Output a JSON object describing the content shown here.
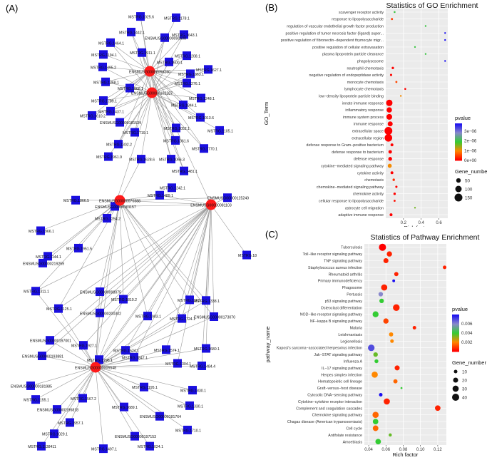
{
  "panel_a": {
    "letter": "(A)",
    "hubs": [
      "ENSMUSG00000056290",
      "ENSMUSG00000102367",
      "ENSMUSG00000070388",
      "ENSMUSG00000081103",
      "ENSMUSG00000005548"
    ],
    "gene_labels": [
      "MSTRG.1025.6",
      "MSTRG.1178.1",
      "MSTRG.1442.1",
      "MSTRG.1643.1",
      "MSTRG.1464.1",
      "ENSMUSG00000090608",
      "MSTRG.1208.1",
      "MSTRG.1194.1",
      "MSTRG.1911.1",
      "MSTRG.1600.1",
      "MSTRG.1495.2",
      "MSTRG.1368.1",
      "MSTRG.1363.1",
      "MSTRG.1276.1",
      "MSTRG.1868.1",
      "MSTRG.1789.1",
      "MSTRG.1627.1",
      "MSTRG.1248.1",
      "MSTRG.1437.1",
      "MSTRG.1844.1",
      "MSTRG.1013.6",
      "ENSMUSG00000181524",
      "MSTRG.1610.2",
      "MSTRG.1719.1",
      "MSTRG.1105.1",
      "MSTRG.1302.2",
      "MSTRG.1052.1",
      "MSTRG.1361.6",
      "MSTRG.1770.1",
      "MSTRG.1961.9",
      "MSTRG.1066.3",
      "MSTRG.1481.1",
      "MSTRG.1628.6",
      "MSTRG.1242.1",
      "ENSMUSG00000101157",
      "MSTRG.1866.5",
      "MSTRG.1489.1",
      "ENSMUSG00000125240",
      "MSTRG.1254.2",
      "MSTRG.1966.1",
      "MSTRG.1951.5",
      "MSTRG.1144.1",
      "MSTRG.18",
      "ENSMUSG00000219259",
      "MSTRG.1311.1",
      "ENSMUSG00000098075",
      "MSTRG.1810.2",
      "MSTRG.1302.1",
      "MSTRG.1338.1",
      "MSTRG.1125.1",
      "ENSMUSG00000200302",
      "MSTRG.1903.1",
      "MSTRG.1724.1",
      "ENSMUSG00000173070",
      "ENSMUSG00000197001",
      "MSTRG.1927.1",
      "MSTRG.1524.1",
      "MSTRG.1574.1",
      "MSTRG.1680.1",
      "ENSMUSG00000193881",
      "MSTRG.1796.1",
      "MSTRG.1847.1",
      "MSTRG.1304.1",
      "MSTRG.1484.4",
      "ENSMUSG00000181985",
      "MSTRG.1195.1",
      "MSTRG.1830.1",
      "MSTRG.1155.1",
      "MSTRG.1567.2",
      "MSTRG.1330.1",
      "ENSMUSG00000196818",
      "MSTRG.1689.1",
      "ENSMUSG00000181764",
      "MSTRG.1957.1",
      "MSTRG.1710.1",
      "MSTRG.1029.1",
      "ENSMUSG00000197153",
      "MSTRG.1138411",
      "MSTRG.1024.1",
      "MSTRG.1497.1"
    ]
  },
  "chart_data": [
    {
      "panel": "(B)",
      "type": "scatter",
      "title": "Statistics of GO Enrichment",
      "xlabel": "Rich factor",
      "ylabel": "GO_Term",
      "xlim": [
        0,
        0.7
      ],
      "xticks": [
        0.2,
        0.4,
        0.6
      ],
      "categories": [
        "scavenger receptor activity",
        "response to lipopolysaccharide",
        "regulation of vascular endothelial growth factor production",
        "positive regulation of tumor necrosis factor (ligand) super...",
        "positive regulation of fibronectin−dependent thymocyte migr...",
        "positive regulation of cellular extravasation",
        "plasma lipoprotein particle clearance",
        "phagolysosome",
        "neutrophil chemotaxis",
        "negative regulation of endopeptidase activity",
        "monocyte chemotaxis",
        "lymphocyte chemotaxis",
        "low−density lipoprotein particle binding",
        "innate immune response",
        "inflammatory response",
        "immune system process",
        "immune response",
        "extracellular space",
        "extracellular region",
        "defense response to Gram−positive bacterium",
        "defense response to bacterium",
        "defense response",
        "cytokine−mediated signaling pathway",
        "cytokine activity",
        "chemotaxis",
        "chemokine−mediated signaling pathway",
        "chemokine activity",
        "cellular response to lipopolysaccharide",
        "astrocyte cell migration",
        "adaptive immune response"
      ],
      "rich_factor": [
        0.1,
        0.07,
        0.45,
        0.67,
        0.67,
        0.33,
        0.45,
        0.67,
        0.08,
        0.06,
        0.12,
        0.22,
        0.17,
        0.04,
        0.04,
        0.04,
        0.05,
        0.03,
        0.03,
        0.07,
        0.05,
        0.05,
        0.045,
        0.07,
        0.09,
        0.12,
        0.1,
        0.1,
        0.33,
        0.06
      ],
      "gene_number": [
        8,
        10,
        3,
        2,
        2,
        2,
        3,
        2,
        14,
        12,
        10,
        8,
        6,
        100,
        70,
        80,
        60,
        150,
        140,
        20,
        30,
        35,
        40,
        20,
        14,
        12,
        14,
        10,
        3,
        20
      ],
      "pvalue": [
        2e-06,
        4e-07,
        2e-06,
        3.8e-06,
        3.8e-06,
        2e-06,
        2e-06,
        3.8e-06,
        1e-08,
        3e-08,
        5e-07,
        1e-08,
        1e-06,
        1e-10,
        1e-10,
        1e-10,
        1e-10,
        1e-10,
        1e-10,
        1e-08,
        1e-09,
        1e-09,
        1e-06,
        1e-09,
        3e-07,
        1e-08,
        1e-08,
        1e-07,
        1.6e-06,
        1e-08
      ],
      "color_legend": {
        "title": "pvalue",
        "labels": [
          "3e−06",
          "2e−06",
          "1e−06",
          "0e+00"
        ],
        "values": [
          3e-06,
          2e-06,
          1e-06,
          0
        ],
        "min": 0,
        "max": 3.8e-06
      },
      "size_legend": {
        "title": "Gene_numbe",
        "values": [
          50,
          100,
          150
        ]
      }
    },
    {
      "panel": "(C)",
      "type": "scatter",
      "title": "Statistics of Pathway Enrichment",
      "xlabel": "Rich factor",
      "ylabel": "pathway_name",
      "xlim": [
        0.035,
        0.13
      ],
      "xticks": [
        0.04,
        0.06,
        0.08,
        0.1,
        0.12
      ],
      "xtick_labels": [
        "0.04",
        "0.06",
        "0.08",
        "0.10",
        "0.12"
      ],
      "categories": [
        "Tuberculosis",
        "Toll−like receptor signaling pathway",
        "TNF signaling pathway",
        "Staphylococcus aureus infection",
        "Rheumatoid arthritis",
        "Primary immunodeficiency",
        "Phagosome",
        "Pertussis",
        "p53 signaling pathway",
        "Osteoclast differentiation",
        "NOD−like receptor signaling pathway",
        "NF−kappa B signaling pathway",
        "Malaria",
        "Leishmaniasis",
        "Legionellosis",
        "Kaposi's sarcoma−associated herpesvirus infection",
        "Jak−STAT signaling pathway",
        "Influenza A",
        "IL−17 signaling pathway",
        "Herpes simplex infection",
        "Hematopoietic cell lineage",
        "Graft−versus−host disease",
        "Cytosolic DNA−sensing pathway",
        "Cytokine−cytokine receptor interaction",
        "Complement and coagulation cascades",
        "Chemokine signaling pathway",
        "Chagas disease (American trypanosomiasis)",
        "Cell cycle",
        "Antifolate resistance",
        "Amoebiasis"
      ],
      "rich_factor": [
        0.056,
        0.064,
        0.06,
        0.128,
        0.072,
        0.069,
        0.058,
        0.054,
        0.055,
        0.072,
        0.048,
        0.06,
        0.093,
        0.066,
        0.067,
        0.043,
        0.048,
        0.049,
        0.073,
        0.047,
        0.071,
        0.078,
        0.054,
        0.061,
        0.12,
        0.048,
        0.048,
        0.048,
        0.065,
        0.051
      ],
      "gene_number": [
        40,
        22,
        20,
        10,
        14,
        6,
        30,
        16,
        16,
        35,
        28,
        22,
        10,
        14,
        10,
        34,
        16,
        12,
        20,
        30,
        14,
        3,
        10,
        30,
        24,
        30,
        24,
        25,
        8,
        24
      ],
      "pvalue": [
        0,
        0.0005,
        0.0005,
        0.0005,
        0.0005,
        0.008,
        0.0005,
        0.006,
        0.004,
        0.0005,
        0.004,
        0.001,
        0.0005,
        0.002,
        0.002,
        0.007,
        0.0035,
        0.004,
        0.0005,
        0.002,
        0.0015,
        0.004,
        0.008,
        0.0005,
        0.0005,
        0.0015,
        0.004,
        0.0015,
        0.0035,
        0.004
      ],
      "color_legend": {
        "title": "pvalue",
        "labels": [
          "0.006",
          "0.004",
          "0.002"
        ],
        "values": [
          0.006,
          0.004,
          0.002
        ],
        "min": 0,
        "max": 0.008
      },
      "size_legend": {
        "title": "Gene_number",
        "values": [
          10,
          20,
          30,
          40
        ]
      }
    }
  ],
  "colors": {
    "hub": "#ff1a1a",
    "node": "#1a0fe0",
    "edge": "#9a9a9a",
    "panel_bg": "#ebebeb",
    "grid": "#ffffff"
  }
}
